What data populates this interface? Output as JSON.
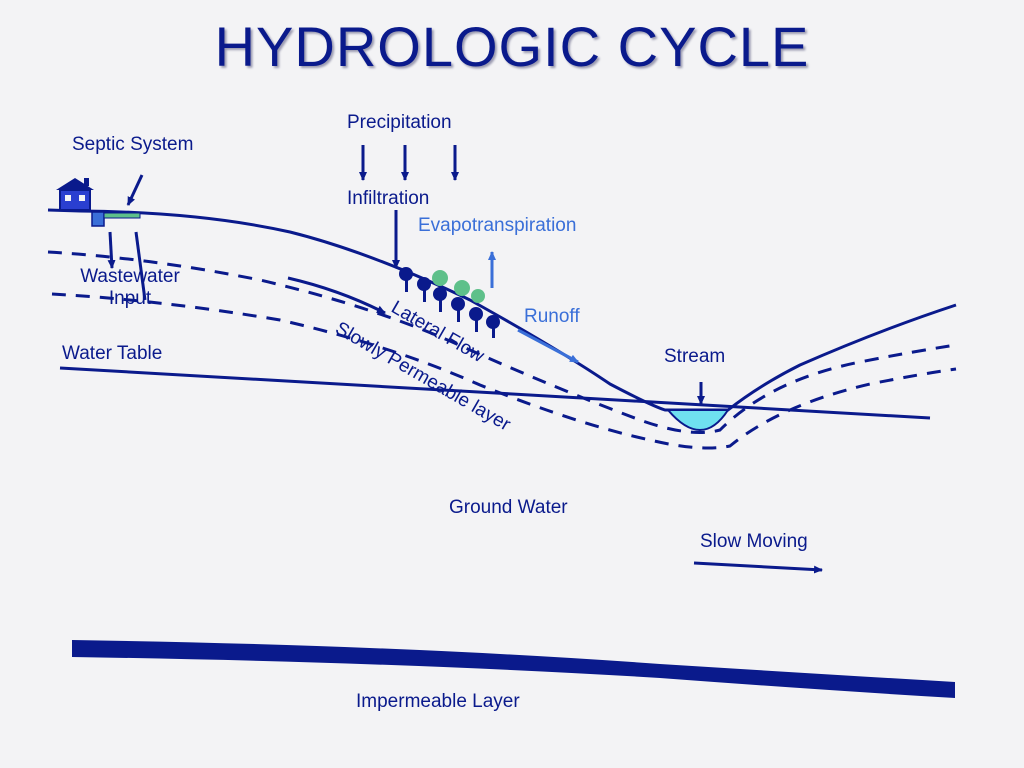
{
  "title": "HYDROLOGIC CYCLE",
  "labels": {
    "precipitation": "Precipitation",
    "septic_system": "Septic System",
    "infiltration": "Infiltration",
    "evapotranspiration": "Evapotranspiration",
    "wastewater_line1": "Wastewater",
    "wastewater_line2": "Input",
    "runoff": "Runoff",
    "lateral_flow": "Lateral Flow",
    "slowly_permeable_layer": "Slowly Permeable layer",
    "water_table": "Water Table",
    "stream": "Stream",
    "ground_water": "Ground Water",
    "slow_moving": "Slow Moving",
    "impermeable_layer": "Impermeable Layer"
  },
  "colors": {
    "ink": "#0a1a8c",
    "accent": "#3a6fd8",
    "stream_water": "#6fe0f0",
    "tree_dark": "#0a1a8c",
    "tree_light": "#5ec08a",
    "background": "#f3f3f5"
  },
  "icons": [
    "house-icon",
    "septic-tank-icon",
    "tree-icon"
  ]
}
